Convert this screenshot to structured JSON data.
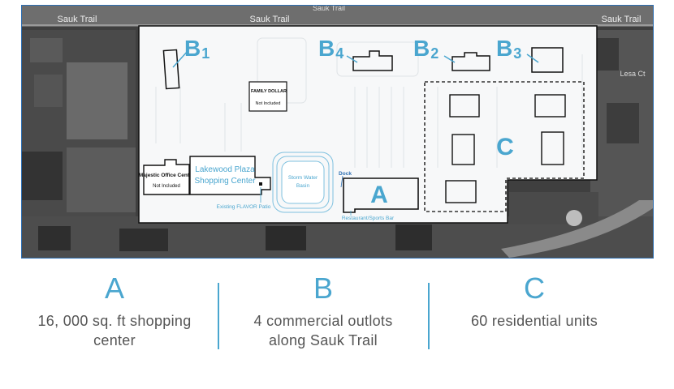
{
  "colors": {
    "accent": "#4aa6cf",
    "aerial_dark": "#3c3c3c",
    "site_fill": "#f7f8f9",
    "text_gray": "#555555"
  },
  "map": {
    "streets": {
      "top": "Sauk Trail",
      "road_left": "Sauk Trail",
      "road_mid": "Sauk Trail",
      "road_right": "Sauk Trail",
      "lesa": "Lesa Ct"
    },
    "parcels": {
      "b1": {
        "letter": "B",
        "sub": "1"
      },
      "b4": {
        "letter": "B",
        "sub": "4"
      },
      "b2": {
        "letter": "B",
        "sub": "2"
      },
      "b3": {
        "letter": "B",
        "sub": "3"
      },
      "c": {
        "letter": "C"
      },
      "a": {
        "letter": "A"
      }
    },
    "buildings": {
      "family_dollar_logo": "FAMILY DOLLAR",
      "family_dollar_note": "Not Included",
      "majestic_name": "Majestic Office Center",
      "majestic_note": "Not Included",
      "lakewood_line1": "Lakewood Plaza",
      "lakewood_line2": "Shopping Center",
      "storm_line1": "Storm Water",
      "storm_line2": "Basin"
    },
    "annotations": {
      "patio": "Existing FLAVOR Patio",
      "dock": "Dock",
      "restaurant": "Restaurant/Sports Bar"
    }
  },
  "legend": [
    {
      "letter": "A",
      "desc_line1": "16, 000 sq. ft shopping",
      "desc_line2": "center"
    },
    {
      "letter": "B",
      "desc_line1": "4 commercial outlots",
      "desc_line2": "along Sauk Trail"
    },
    {
      "letter": "C",
      "desc_line1": "60 residential units",
      "desc_line2": ""
    }
  ]
}
